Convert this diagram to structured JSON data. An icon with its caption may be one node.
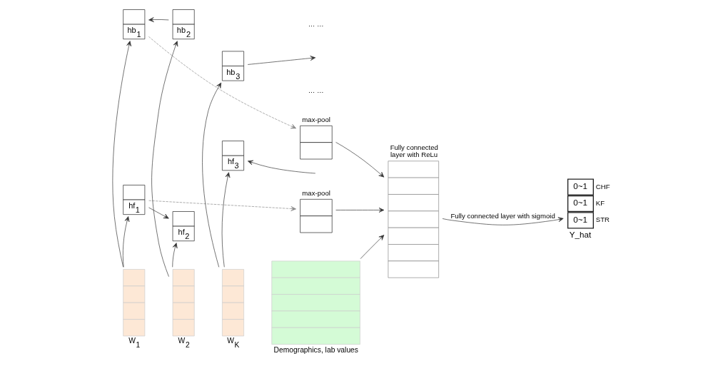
{
  "diagram": {
    "nodes": [
      {
        "text": [
          "hb$_{1}$"
        ]
      },
      {
        "text": [
          "hb$_{2}$"
        ]
      },
      {
        "text": [
          "hb$_{3}$"
        ]
      },
      {
        "text": [
          "hf$_{1}$"
        ]
      },
      {
        "text": [
          "hf$_{2}$"
        ]
      },
      {
        "text": [
          "hf$_{3}$"
        ]
      },
      {
        "text": [
          "W$_{1}$"
        ]
      },
      {
        "text": [
          "W$_{2}$"
        ]
      },
      {
        "text": [
          "W$_{K}$"
        ]
      },
      {
        "text": [
          "max-pool"
        ]
      },
      {
        "text": [
          "max-pool"
        ]
      },
      {
        "text": [
          "Demographics, lab values"
        ]
      },
      {
        "text": [
          "Fully connected layer with ReLu"
        ]
      },
      {
        "text": [
          "0~1",
          "0~1",
          "0~1",
          "Y_hat"
        ],
        "beside": [
          "CHF",
          "KF",
          "STR"
        ]
      }
    ],
    "edges": [
      {
        "from": 1,
        "to": 0,
        "arrow": "to"
      },
      {
        "from": 2,
        "to": null,
        "arrow": "to"
      },
      {
        "from": 3,
        "to": 4,
        "arrow": "to"
      },
      {
        "from": null,
        "to": 5,
        "arrow": "to"
      },
      {
        "from": 6,
        "to": 3,
        "arrow": "to"
      },
      {
        "from": 6,
        "to": 0,
        "arrow": "to"
      },
      {
        "from": 7,
        "to": 4,
        "arrow": "to"
      },
      {
        "from": 7,
        "to": 1,
        "arrow": "to"
      },
      {
        "from": 8,
        "to": 5,
        "arrow": "to"
      },
      {
        "from": 8,
        "to": 2,
        "arrow": "to"
      },
      {
        "from": 0,
        "to": 9,
        "arrow": "to",
        "style": "dashed",
        "color": "#888888"
      },
      {
        "from": 3,
        "to": 10,
        "arrow": "to",
        "style": "dashed",
        "color": "#888888"
      },
      {
        "from": 9,
        "to": 12,
        "arrow": "to"
      },
      {
        "from": 10,
        "to": 12,
        "arrow": "to"
      },
      {
        "from": 11,
        "to": 12,
        "arrow": "to"
      },
      {
        "from": 12,
        "to": 13,
        "arrow": "to",
        "label": "Fully connected layer with sigmoid"
      }
    ],
    "labels": [
      "… …",
      "… …"
    ]
  }
}
